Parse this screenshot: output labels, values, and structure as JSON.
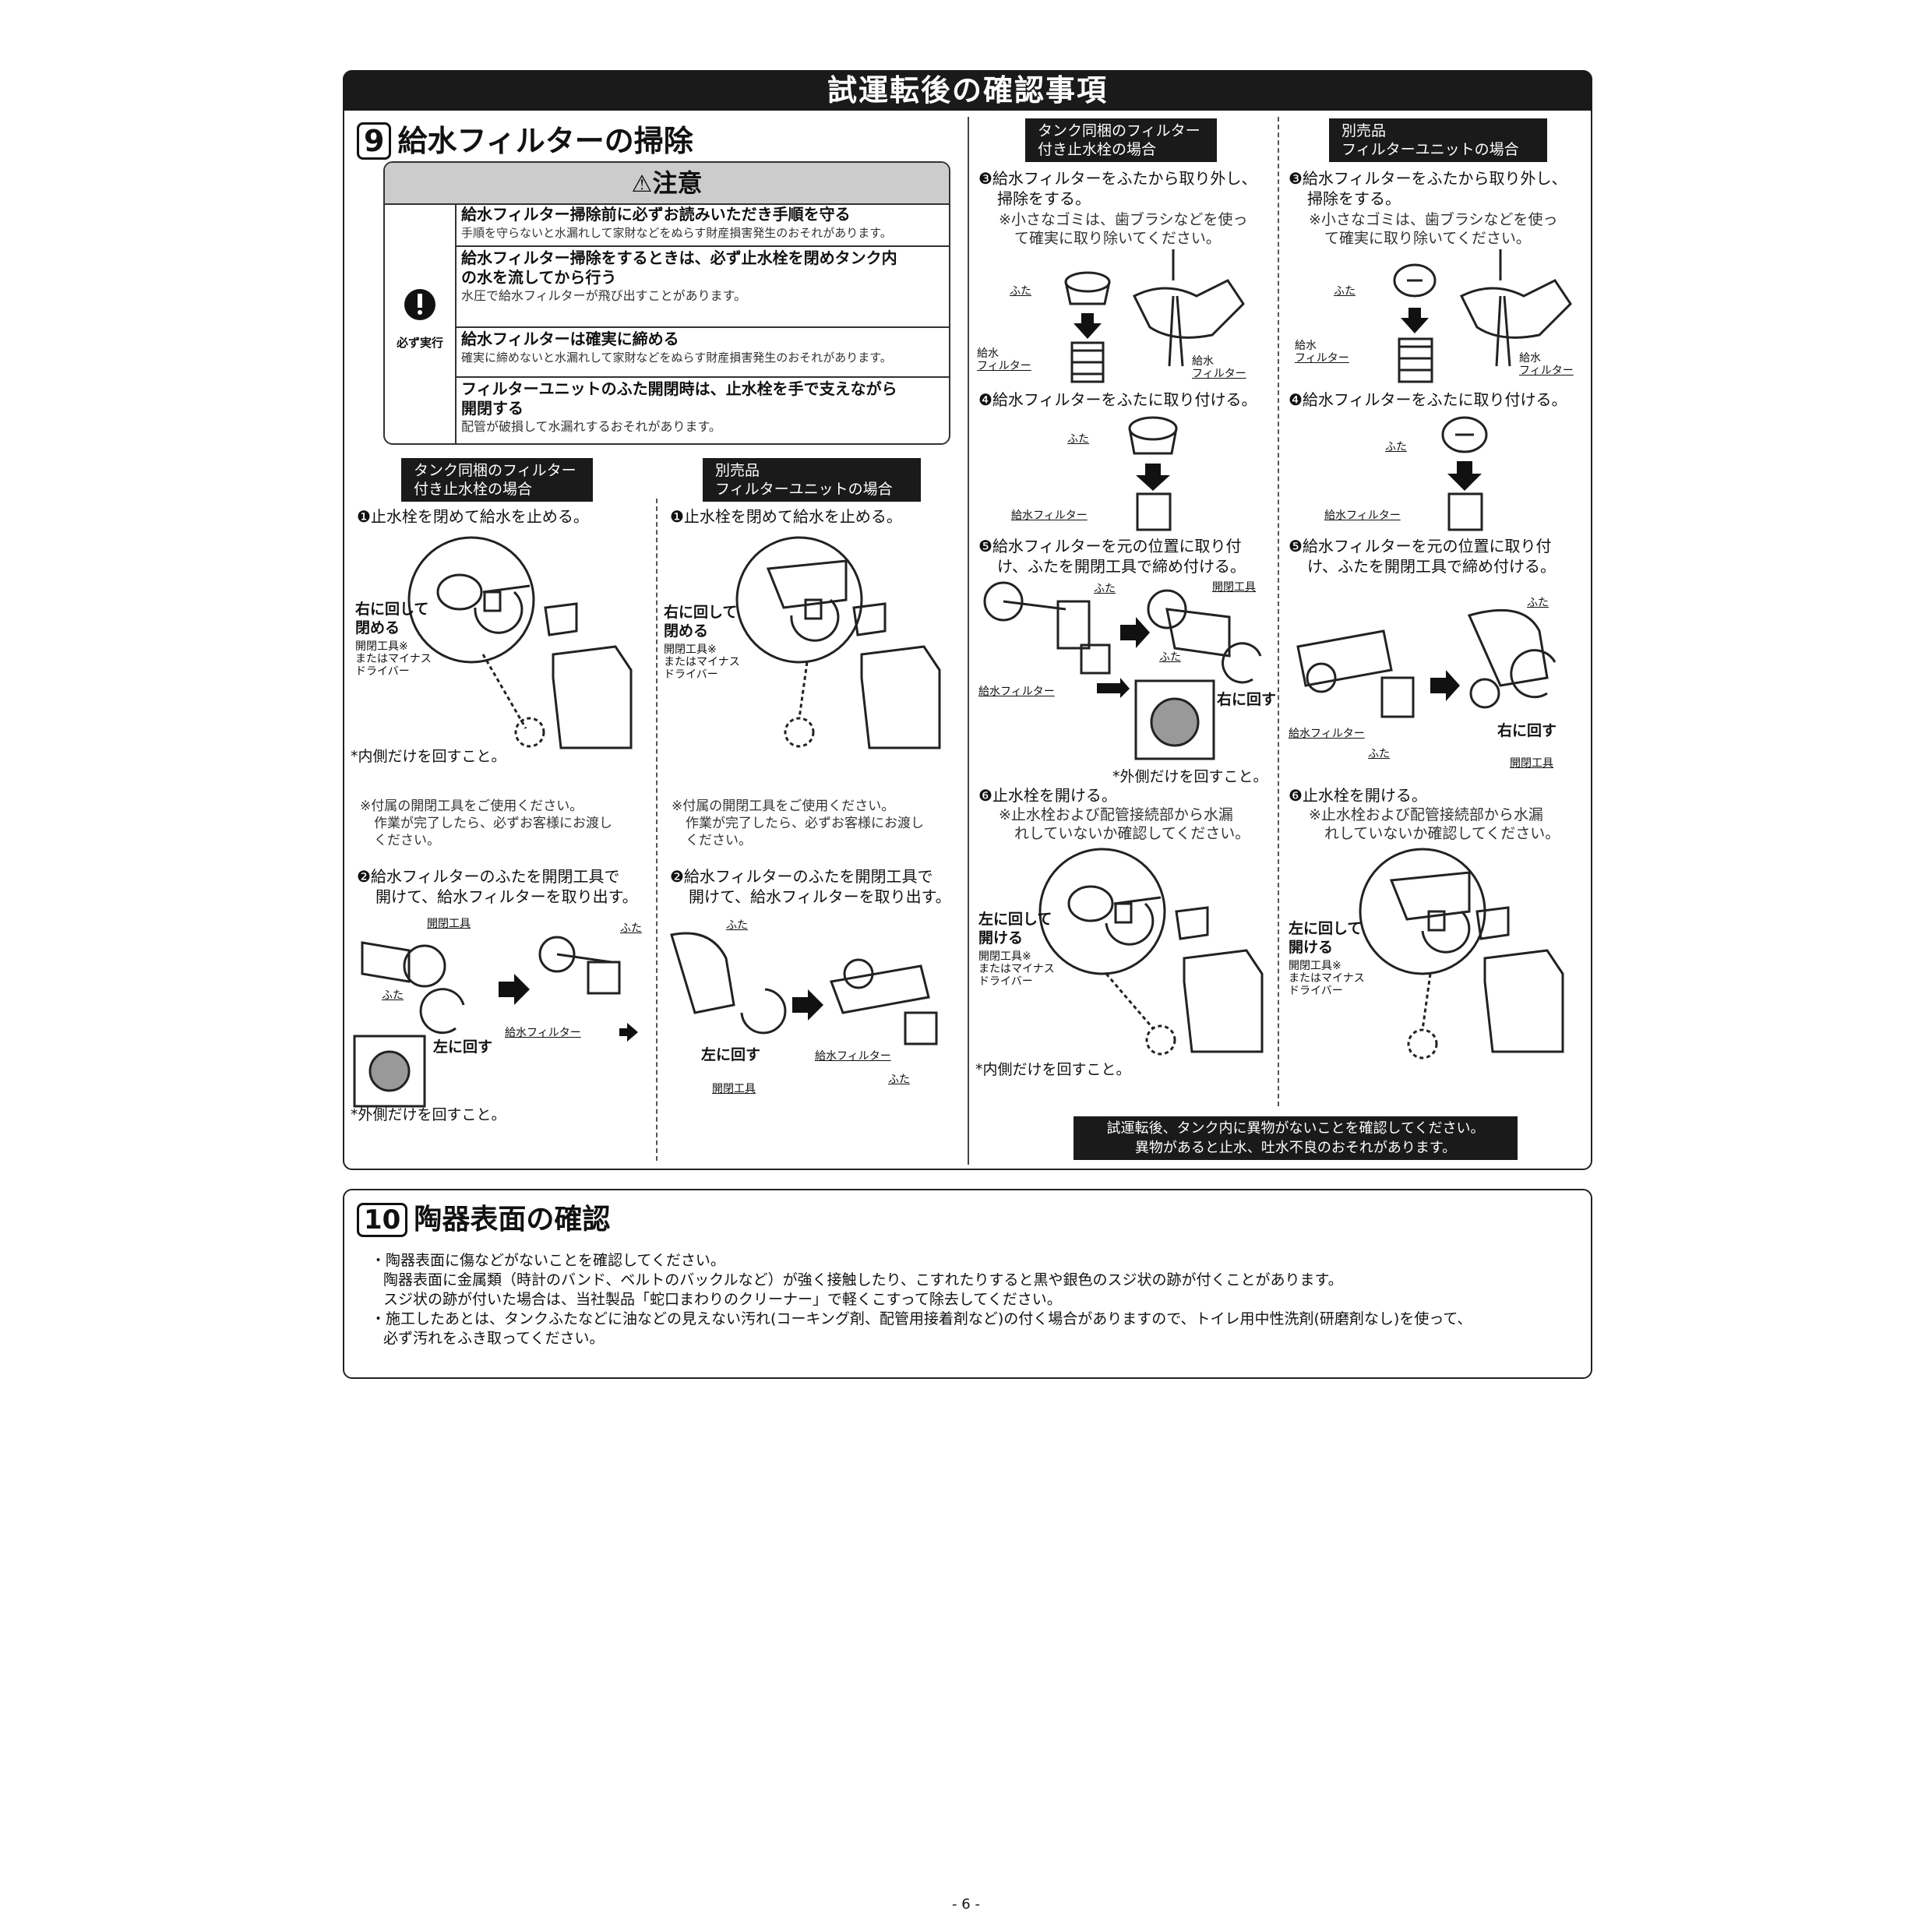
{
  "header": {
    "title": "試運転後の確認事項"
  },
  "section9": {
    "number": "9",
    "title": "給水フィルターの掃除",
    "caution": {
      "title": "注意",
      "badge": "必ず実行",
      "rows": [
        {
          "heading": "給水フィルター掃除前に必ずお読みいただき手順を守る",
          "sub": "手順を守らないと水漏れして家財などをぬらす財産損害発生のおそれがあります。"
        },
        {
          "heading": "給水フィルター掃除をするときは、必ず止水栓を閉めタンク内",
          "heading2": "の水を流してから行う",
          "sub": "水圧で給水フィルターが飛び出すことがあります。"
        },
        {
          "heading": "給水フィルターは確実に締める",
          "sub": "確実に締めないと水漏れして家財などをぬらす財産損害発生のおそれがあります。"
        },
        {
          "heading": "フィルターユニットのふた開閉時は、止水栓を手で支えながら",
          "heading2": "開閉する",
          "sub": "配管が破損して水漏れするおそれがあります。"
        }
      ]
    },
    "colA": {
      "tag1": "タンク同梱のフィルター",
      "tag2": "付き止水栓の場合",
      "step1": "❶止水栓を閉めて給水を止める。",
      "turn1": "右に回して",
      "turn2": "閉める",
      "tool1": "開閉工具※",
      "tool2": "またはマイナス",
      "tool3": "ドライバー",
      "inner": "*内側だけを回すこと。",
      "note1": "※付属の開閉工具をご使用ください。",
      "note2": "作業が完了したら、必ずお客様にお渡し",
      "note3": "ください。",
      "step2a": "❷給水フィルターのふたを開閉工具で",
      "step2b": "開けて、給水フィルターを取り出す。",
      "lbl_tool": "開閉工具",
      "lbl_lid": "ふた",
      "lbl_lid2": "ふた",
      "lbl_filter": "給水フィルター",
      "lbl_turnleft": "左に回す",
      "outer": "*外側だけを回すこと。"
    },
    "colB": {
      "tag1": "別売品",
      "tag2": "フィルターユニットの場合",
      "step1": "❶止水栓を閉めて給水を止める。",
      "turn1": "右に回して",
      "turn2": "閉める",
      "tool1": "開閉工具※",
      "tool2": "またはマイナス",
      "tool3": "ドライバー",
      "note1": "※付属の開閉工具をご使用ください。",
      "note2": "作業が完了したら、必ずお客様にお渡し",
      "note3": "ください。",
      "step2a": "❷給水フィルターのふたを開閉工具で",
      "step2b": "開けて、給水フィルターを取り出す。",
      "lbl_lid": "ふた",
      "lbl_turnleft": "左に回す",
      "lbl_tool": "開閉工具",
      "lbl_filter": "給水フィルター",
      "lbl_lid2": "ふた"
    },
    "colC": {
      "tag1": "タンク同梱のフィルター",
      "tag2": "付き止水栓の場合",
      "step3a": "❸給水フィルターをふたから取り外し、",
      "step3b": "掃除をする。",
      "note3a": "※小さなゴミは、歯ブラシなどを使っ",
      "note3b": "て確実に取り除いてください。",
      "lbl_lid": "ふた",
      "lbl_filter_a": "給水",
      "lbl_filter_b": "フィルター",
      "lbl_filter_c": "給水",
      "lbl_filter_d": "フィルター",
      "step4": "❹給水フィルターをふたに取り付ける。",
      "lbl_lid4": "ふた",
      "lbl_filter4": "給水フィルター",
      "step5a": "❺給水フィルターを元の位置に取り付",
      "step5b": "け、ふたを開閉工具で締め付ける。",
      "lbl_lid5": "ふた",
      "lbl_tool5": "開閉工具",
      "lbl_lid5b": "ふた",
      "lbl_filter5": "給水フィルター",
      "lbl_turnright": "右に回す",
      "outer": "*外側だけを回すこと。",
      "step6": "❻止水栓を開ける。",
      "note6a": "※止水栓および配管接続部から水漏",
      "note6b": "れしていないか確認してください。",
      "turn1": "左に回して",
      "turn2": "開ける",
      "tool1": "開閉工具※",
      "tool2": "またはマイナス",
      "tool3": "ドライバー",
      "inner": "*内側だけを回すこと。"
    },
    "colD": {
      "tag1": "別売品",
      "tag2": "フィルターユニットの場合",
      "step3a": "❸給水フィルターをふたから取り外し、",
      "step3b": "掃除をする。",
      "note3a": "※小さなゴミは、歯ブラシなどを使っ",
      "note3b": "て確実に取り除いてください。",
      "lbl_lid": "ふた",
      "lbl_filter_a": "給水",
      "lbl_filter_b": "フィルター",
      "lbl_filter_c": "給水",
      "lbl_filter_d": "フィルター",
      "step4": "❹給水フィルターをふたに取り付ける。",
      "lbl_lid4": "ふた",
      "lbl_filter4": "給水フィルター",
      "step5a": "❺給水フィルターを元の位置に取り付",
      "step5b": "け、ふたを開閉工具で締め付ける。",
      "lbl_lid5": "ふた",
      "lbl_filter5": "給水フィルター",
      "lbl_lid5b": "ふた",
      "lbl_turnright": "右に回す",
      "lbl_tool5": "開閉工具",
      "step6": "❻止水栓を開ける。",
      "note6a": "※止水栓および配管接続部から水漏",
      "note6b": "れしていないか確認してください。",
      "turn1": "左に回して",
      "turn2": "開ける",
      "tool1": "開閉工具※",
      "tool2": "またはマイナス",
      "tool3": "ドライバー"
    },
    "infobar": {
      "line1": "試運転後、タンク内に異物がないことを確認してください。",
      "line2": "異物があると止水、吐水不良のおそれがあります。"
    }
  },
  "section10": {
    "number": "10",
    "title": "陶器表面の確認",
    "l1": "・陶器表面に傷などがないことを確認してください。",
    "l2": "陶器表面に金属類（時計のバンド、ベルトのバックルなど）が強く接触したり、こすれたりすると黒や銀色のスジ状の跡が付くことがあります。",
    "l3": "スジ状の跡が付いた場合は、当社製品「蛇口まわりのクリーナー」で軽くこすって除去してください。",
    "l4": "・施工したあとは、タンクふたなどに油などの見えない汚れ(コーキング剤、配管用接着剤など)の付く場合がありますので、トイレ用中性洗剤(研磨剤なし)を使って、",
    "l5": "必ず汚れをふき取ってください。"
  },
  "footer": {
    "page": "- 6 -"
  }
}
